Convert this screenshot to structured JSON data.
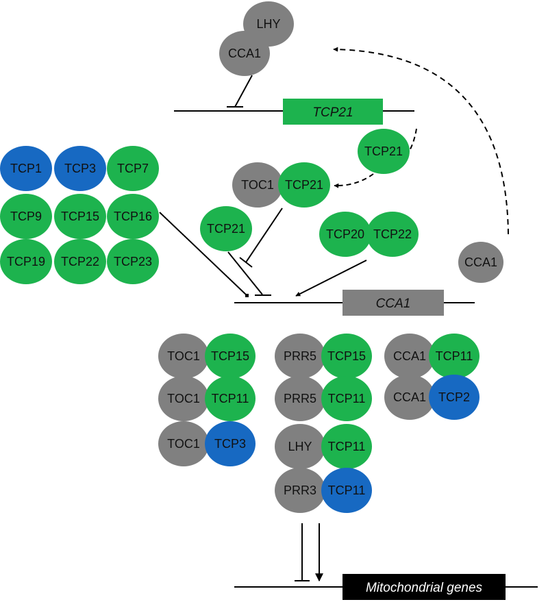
{
  "colors": {
    "gray": "#808080",
    "green": "#1db34e",
    "blue": "#1769c2",
    "line": "#000000",
    "gene_text_dark": "#000000",
    "gene_text_light": "#ffffff"
  },
  "genes": {
    "tcp21": {
      "label": "TCP21",
      "color": "green"
    },
    "cca1": {
      "label": "CCA1",
      "color": "gray"
    },
    "mito": {
      "label": "Mitochondrial genes",
      "color": "black"
    }
  },
  "proteins": {
    "lhy_top": {
      "label": "LHY",
      "color": "gray"
    },
    "cca1_top": {
      "label": "CCA1",
      "color": "gray"
    },
    "tcp21_product": {
      "label": "TCP21",
      "color": "green"
    },
    "toc1_complex": {
      "label": "TOC1",
      "color": "gray"
    },
    "tcp21_complex": {
      "label": "TCP21",
      "color": "green"
    },
    "tcp21_single": {
      "label": "TCP21",
      "color": "green"
    },
    "tcp20": {
      "label": "TCP20",
      "color": "green"
    },
    "tcp22_pair": {
      "label": "TCP22",
      "color": "green"
    },
    "cca1_right": {
      "label": "CCA1",
      "color": "gray"
    }
  },
  "tcp_grid": [
    {
      "label": "TCP1",
      "color": "blue"
    },
    {
      "label": "TCP3",
      "color": "blue"
    },
    {
      "label": "TCP7",
      "color": "green"
    },
    {
      "label": "TCP9",
      "color": "green"
    },
    {
      "label": "TCP15",
      "color": "green"
    },
    {
      "label": "TCP16",
      "color": "green"
    },
    {
      "label": "TCP19",
      "color": "green"
    },
    {
      "label": "TCP22",
      "color": "green"
    },
    {
      "label": "TCP23",
      "color": "green"
    }
  ],
  "interaction_pairs": [
    {
      "left": {
        "label": "TOC1",
        "color": "gray"
      },
      "right": {
        "label": "TCP15",
        "color": "green"
      }
    },
    {
      "left": {
        "label": "TOC1",
        "color": "gray"
      },
      "right": {
        "label": "TCP11",
        "color": "green"
      }
    },
    {
      "left": {
        "label": "TOC1",
        "color": "gray"
      },
      "right": {
        "label": "TCP3",
        "color": "blue"
      }
    },
    {
      "left": {
        "label": "PRR5",
        "color": "gray"
      },
      "right": {
        "label": "TCP15",
        "color": "green"
      }
    },
    {
      "left": {
        "label": "PRR5",
        "color": "gray"
      },
      "right": {
        "label": "TCP11",
        "color": "green"
      }
    },
    {
      "left": {
        "label": "LHY",
        "color": "gray"
      },
      "right": {
        "label": "TCP11",
        "color": "green"
      }
    },
    {
      "left": {
        "label": "PRR3",
        "color": "gray"
      },
      "right": {
        "label": "TCP11",
        "color": "blue"
      }
    },
    {
      "left": {
        "label": "CCA1",
        "color": "gray"
      },
      "right": {
        "label": "TCP11",
        "color": "green"
      }
    },
    {
      "left": {
        "label": "CCA1",
        "color": "gray"
      },
      "right": {
        "label": "TCP2",
        "color": "blue"
      }
    }
  ]
}
